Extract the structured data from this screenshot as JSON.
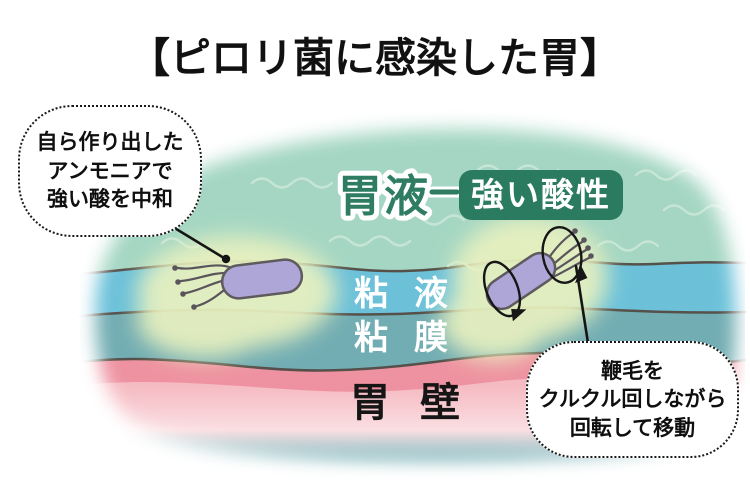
{
  "title": "【ピロリ菌に感染した胃】",
  "layers": {
    "gastric_juice_label": "胃液",
    "acidity_badge": "強い酸性",
    "mucus_label": "粘液",
    "mucosa_label": "粘膜",
    "stomach_wall_label": "胃壁"
  },
  "callouts": {
    "ammonia": {
      "line1": "自ら作り出した",
      "line2": "アンモニアで",
      "line3": "強い酸を中和"
    },
    "flagella": {
      "line1": "鞭毛を",
      "line2": "クルクル回しながら",
      "line3": "回転して移動"
    }
  },
  "colors": {
    "gastric_juice": "#a4d6c3",
    "mucus": "#6cc1d9",
    "mucosa": "#72adb3",
    "stomach_wall_top": "#ee92a1",
    "acidity_badge_bg": "#2b7b60",
    "juice_label_green": "#2e7c61",
    "bacteria_body": "#aea6d6",
    "neutral_glow": "#e9f1bf",
    "boundary_line": "#55504a"
  }
}
